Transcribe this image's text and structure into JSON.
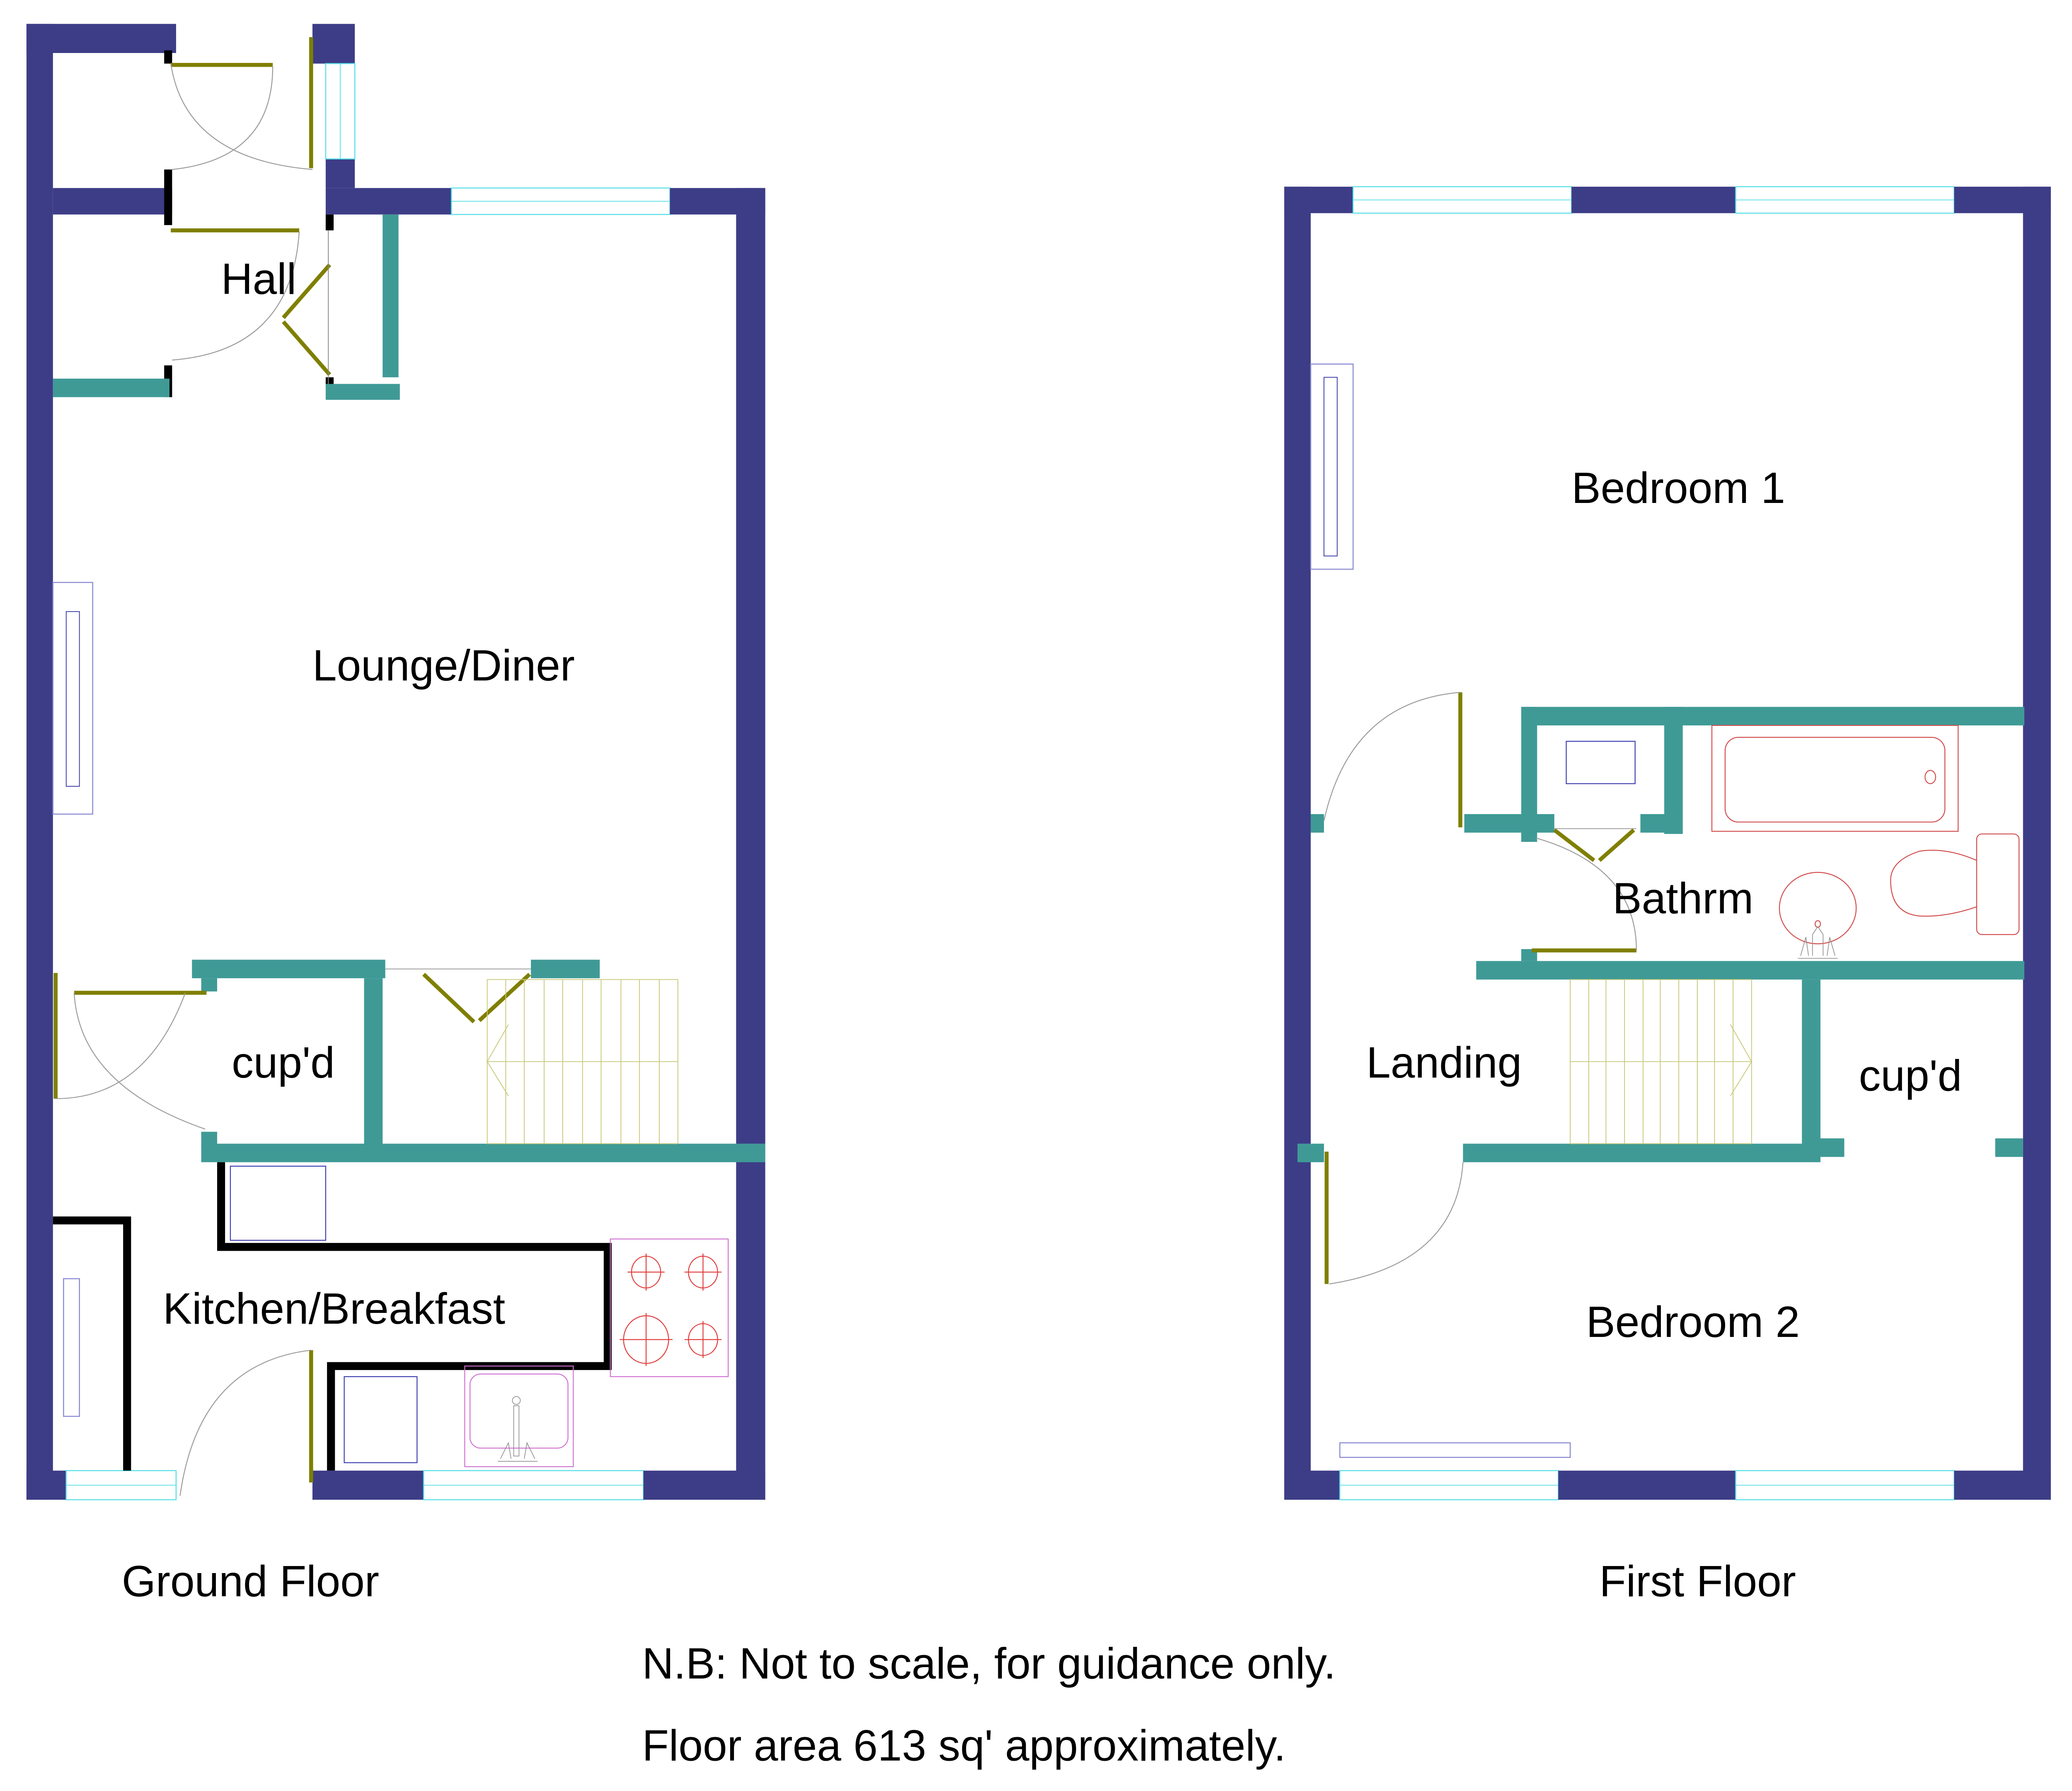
{
  "ground_floor": {
    "title": "Ground Floor",
    "rooms": {
      "hall": "Hall",
      "lounge": "Lounge/Diner",
      "cupboard": "cup'd",
      "kitchen": "Kitchen/Breakfast"
    }
  },
  "first_floor": {
    "title": "First Floor",
    "rooms": {
      "bedroom1": "Bedroom 1",
      "bathroom": "Bathrm",
      "landing": "Landing",
      "cupboard": "cup'd",
      "bedroom2": "Bedroom 2"
    }
  },
  "notes": {
    "disclaimer": "N.B: Not to scale, for guidance only.",
    "area": "Floor area 613 sq' approximately."
  },
  "colors": {
    "external_wall": "#3d3d87",
    "internal_wall": "#3f9a96",
    "door": "#7f7f00",
    "window": "#5ee0e8",
    "sanitary": "#d24a4a"
  }
}
